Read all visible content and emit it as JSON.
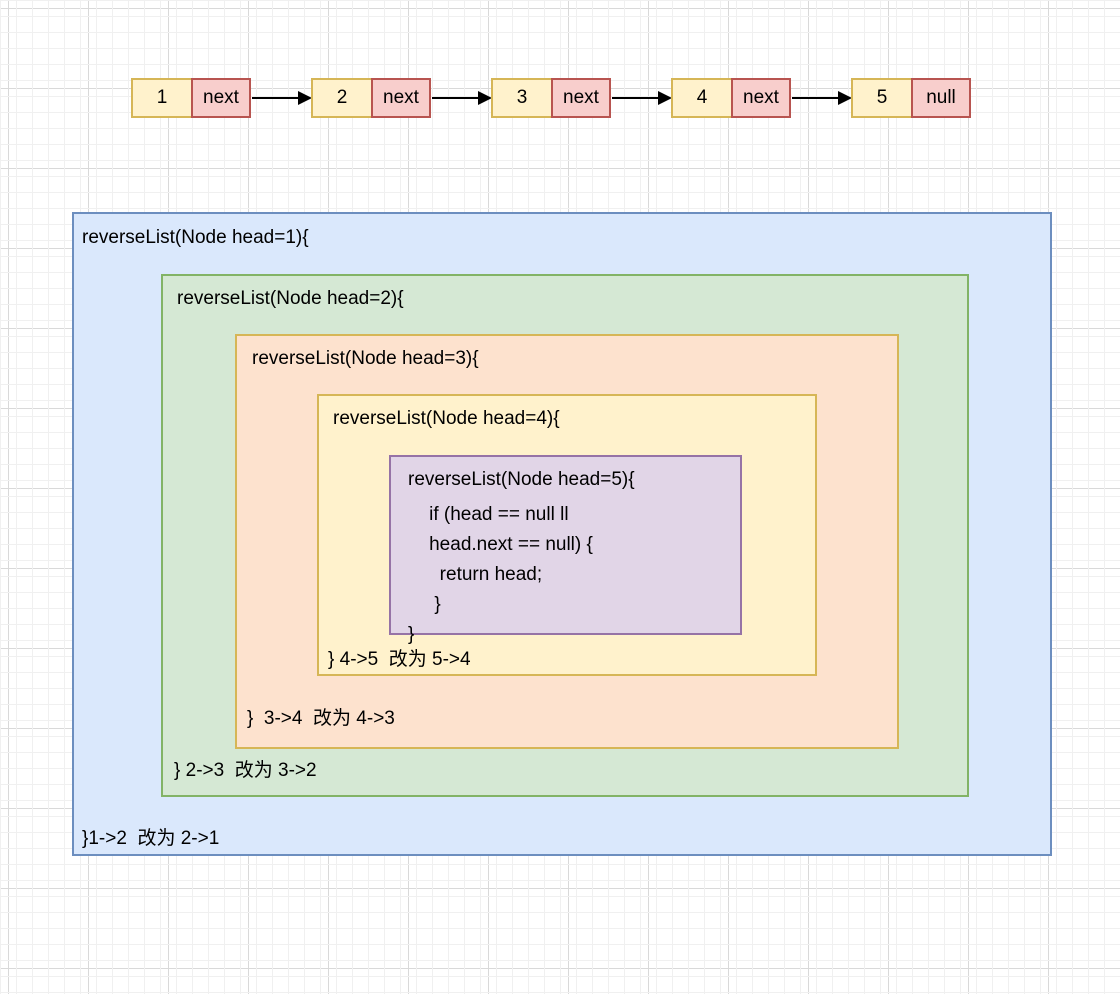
{
  "diagram": {
    "title": "Recursive reverseList call-stack diagram",
    "colors": {
      "yellow_fill": "#fff2cc",
      "yellow_border": "#d6b656",
      "red_fill": "#f8cecc",
      "red_border": "#b85450",
      "blue_fill": "#dae8fc",
      "blue_border": "#6c8ebf",
      "green_fill": "#d5e8d4",
      "green_border": "#82b366",
      "orange_fill": "#fde2ce",
      "orange_border": "#d6b656",
      "purple_fill": "#e1d5e7",
      "purple_border": "#9673a6",
      "arrow": "#000000",
      "grid_minor": "#f0f0f0",
      "grid_major": "#d9d9d9"
    }
  },
  "linked_list": {
    "nodes": [
      {
        "value": "1",
        "pointer": "next"
      },
      {
        "value": "2",
        "pointer": "next"
      },
      {
        "value": "3",
        "pointer": "next"
      },
      {
        "value": "4",
        "pointer": "next"
      },
      {
        "value": "5",
        "pointer": "null"
      }
    ],
    "arrow_count": 4
  },
  "frames": [
    {
      "id": "frame-head-1",
      "color": "blue",
      "header": "reverseList(Node head=1){",
      "footer": "}1->2  改为 2->1"
    },
    {
      "id": "frame-head-2",
      "color": "green",
      "header": "reverseList(Node head=2){",
      "footer": "} 2->3  改为 3->2"
    },
    {
      "id": "frame-head-3",
      "color": "orange",
      "header": "reverseList(Node head=3){",
      "footer": "}  3->4  改为 4->3"
    },
    {
      "id": "frame-head-4",
      "color": "yellow",
      "header": "reverseList(Node head=4){",
      "footer": "} 4->5  改为 5->4"
    },
    {
      "id": "frame-head-5",
      "color": "purple",
      "header": "reverseList(Node head=5){",
      "code": "    if (head == null ll\n    head.next == null) {\n      return head;\n     }\n}",
      "footer": ""
    }
  ]
}
